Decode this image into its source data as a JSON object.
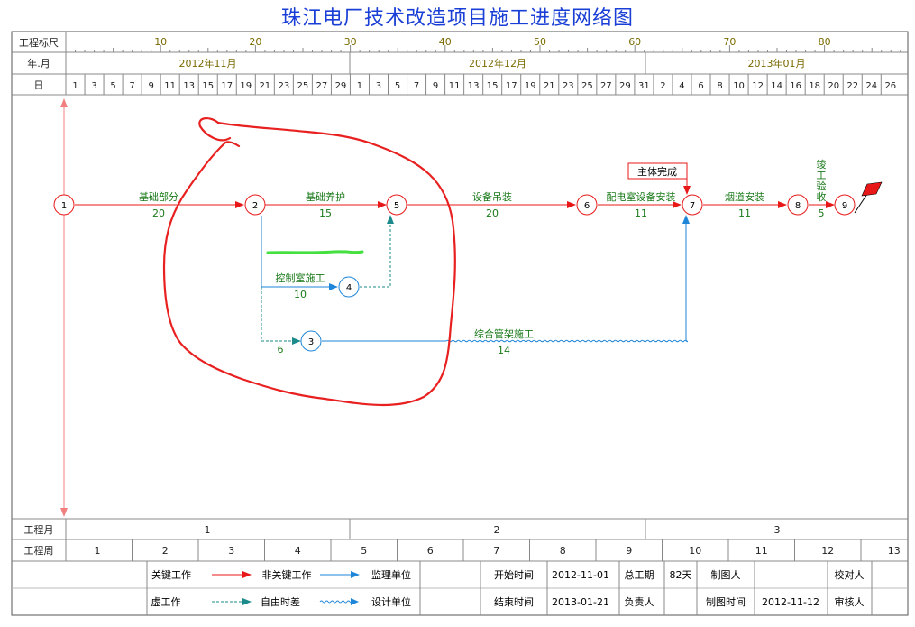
{
  "title": "珠江电厂技术改造项目施工进度网络图",
  "header": {
    "scale_label": "工程标尺",
    "month_label": "年.月",
    "day_label": "日",
    "scale_ticks": [
      "10",
      "20",
      "30",
      "40",
      "50",
      "60",
      "70",
      "80"
    ],
    "months": [
      "2012年11月",
      "2012年12月",
      "2013年01月"
    ],
    "days": [
      "1",
      "3",
      "5",
      "7",
      "9",
      "11",
      "13",
      "15",
      "17",
      "19",
      "21",
      "23",
      "25",
      "27",
      "29",
      "1",
      "3",
      "5",
      "7",
      "9",
      "11",
      "13",
      "15",
      "17",
      "19",
      "21",
      "23",
      "25",
      "27",
      "29",
      "31",
      "2",
      "4",
      "6",
      "8",
      "10",
      "12",
      "14",
      "16",
      "18",
      "20",
      "22",
      "24",
      "26"
    ]
  },
  "nodes": [
    "1",
    "2",
    "3",
    "4",
    "5",
    "6",
    "7",
    "8",
    "9"
  ],
  "activities": [
    {
      "id": "a12",
      "name": "基础部分",
      "duration": "20",
      "critical": true
    },
    {
      "id": "a25",
      "name": "基础养护",
      "duration": "15",
      "critical": true
    },
    {
      "id": "a56",
      "name": "设备吊装",
      "duration": "20",
      "critical": true
    },
    {
      "id": "a67",
      "name": "配电室设备安装",
      "duration": "11",
      "critical": true
    },
    {
      "id": "a78",
      "name": "烟道安装",
      "duration": "11",
      "critical": true
    },
    {
      "id": "a89",
      "name": "竣工验收",
      "duration": "5",
      "critical": true
    },
    {
      "id": "a24",
      "name": "控制室施工",
      "duration": "10",
      "critical": false
    },
    {
      "id": "a23",
      "name": "",
      "duration": "6",
      "critical": false
    },
    {
      "id": "a37",
      "name": "综合管架施工",
      "duration": "14",
      "critical": false
    }
  ],
  "milestone": "主体完成",
  "footer": {
    "month_row_label": "工程月",
    "months": [
      "1",
      "2",
      "3"
    ],
    "week_row_label": "工程周",
    "weeks": [
      "1",
      "2",
      "3",
      "4",
      "5",
      "6",
      "7",
      "8",
      "9",
      "10",
      "11",
      "12",
      "13"
    ]
  },
  "legend": {
    "critical": "关键工作",
    "noncritical": "非关键工作",
    "dummy": "虚工作",
    "free_float": "自由时差",
    "supervisor": "监理单位",
    "designer": "设计单位",
    "start_time_label": "开始时间",
    "start_time": "2012-11-01",
    "end_time_label": "结束时间",
    "end_time": "2013-01-21",
    "total_label": "总工期",
    "total": "82天",
    "owner_label": "负责人",
    "drawer_label": "制图人",
    "draw_time_label": "制图时间",
    "draw_time": "2012-11-12",
    "checker_label": "校对人",
    "reviewer_label": "审核人"
  },
  "colors": {
    "critical": "#e81818",
    "noncritical": "#1e86d8",
    "dummy": "#1a8a8a",
    "label": "#1a7a1a",
    "title": "#1a3fd6"
  }
}
